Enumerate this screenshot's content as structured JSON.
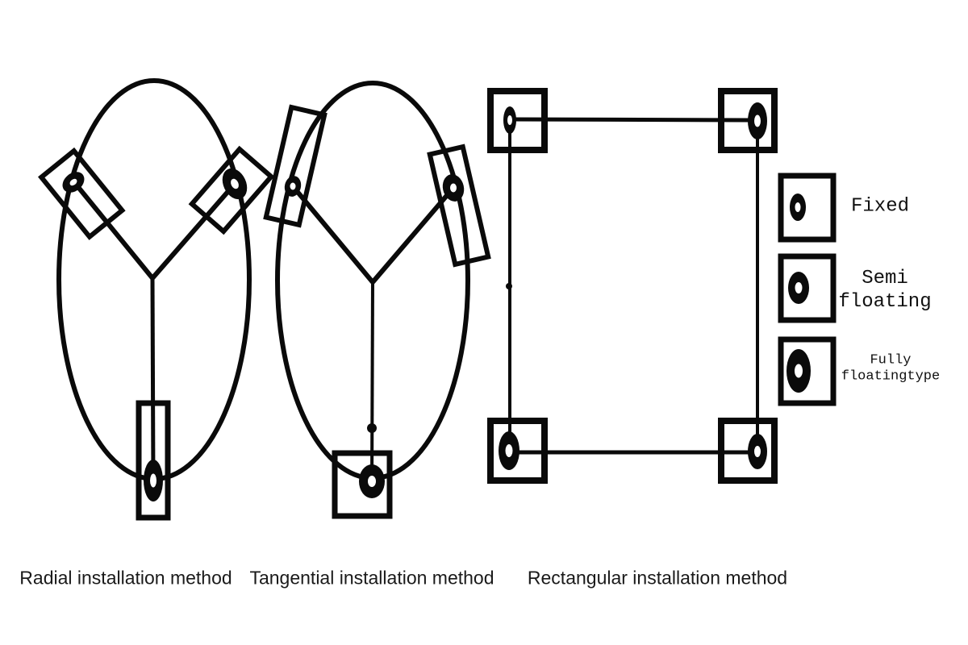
{
  "colors": {
    "background": "#ffffff",
    "line": "#0a0a0a",
    "text": "#1a1a1a"
  },
  "diagrams": [
    {
      "id": "radial",
      "caption": "Radial installation method"
    },
    {
      "id": "tangential",
      "caption": "Tangential installation method"
    },
    {
      "id": "rectangular",
      "caption": "Rectangular installation method"
    }
  ],
  "legend": {
    "items": [
      {
        "icon": "small-bearing-donut-icon",
        "label": "Fixed"
      },
      {
        "icon": "medium-bearing-donut-icon",
        "label": "Semi floating"
      },
      {
        "icon": "large-bearing-donut-icon",
        "label": "Fully floatingtype"
      }
    ]
  }
}
